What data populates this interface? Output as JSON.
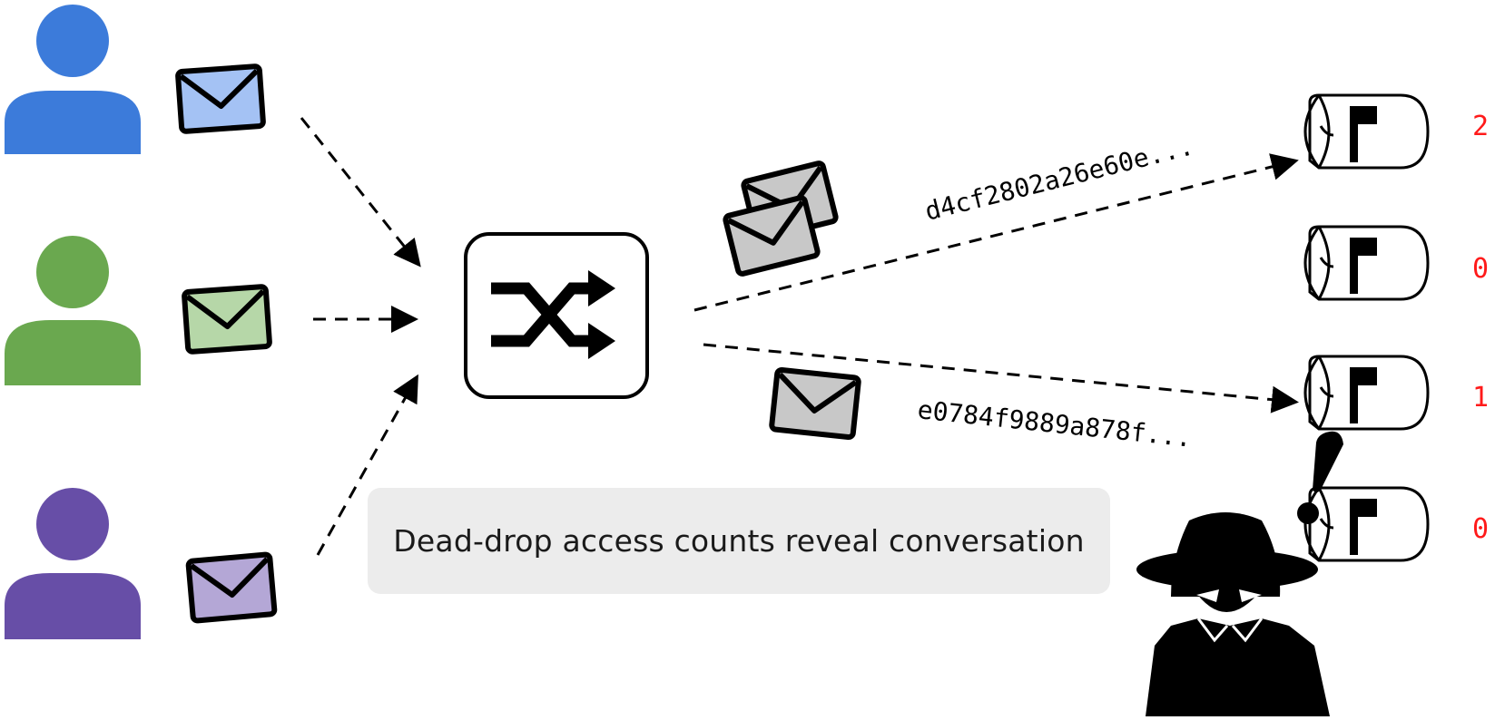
{
  "users": [
    {
      "name": "user-blue",
      "color": "#3c7bda",
      "envelope_color": "#a4c2f4"
    },
    {
      "name": "user-green",
      "color": "#6aa84f",
      "envelope_color": "#b6d7a8"
    },
    {
      "name": "user-purple",
      "color": "#674ea7",
      "envelope_color": "#b4a7d6"
    }
  ],
  "icons": {
    "shuffle": "shuffle-icon",
    "mailbox": "mailbox-icon",
    "spy": "spy-icon",
    "envelope": "envelope-icon"
  },
  "colors": {
    "sent_envelope": "#c8c8c8",
    "count_text": "#ff1a1a",
    "caption_bg": "#ececec"
  },
  "hashes": {
    "top": "d4cf2802a26e60e...",
    "bottom": "e0784f9889a878f..."
  },
  "mailbox_counts": [
    "2",
    "0",
    "1",
    "0"
  ],
  "caption": "Dead-drop access counts reveal conversation"
}
